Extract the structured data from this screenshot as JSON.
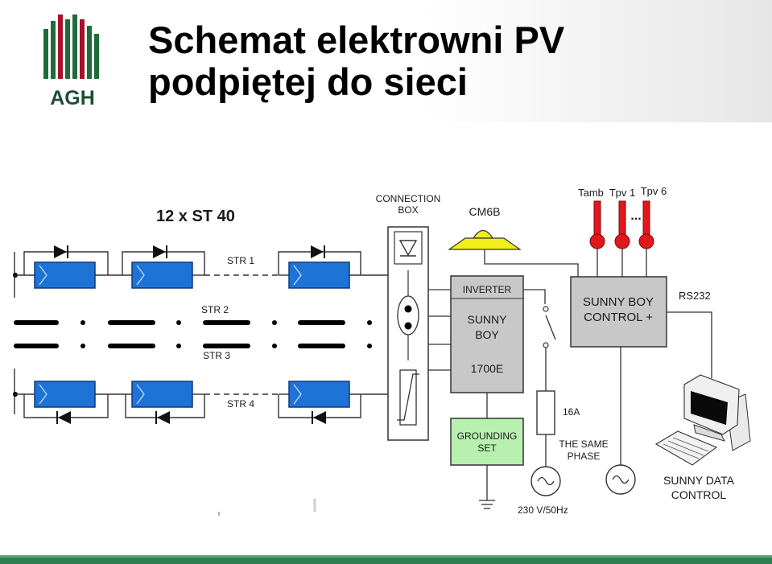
{
  "page": {
    "title_line1": "Schemat elektrowni PV",
    "title_line2": "podpiętej do sieci",
    "logo_text": "AGH",
    "colors": {
      "logo_green": "#1f6b3a",
      "logo_red": "#a7122a",
      "panel_blue": "#1e73d6",
      "box_gray": "#c8c8c8",
      "grounding_green": "#b8f0b0",
      "sensor_red": "#e0181c",
      "lamp_yellow": "#f2ee1c",
      "footer_green": "#2e7d4f"
    }
  },
  "diagram": {
    "array_label": "12 x ST 40",
    "strings": [
      "STR 1",
      "STR 2",
      "STR 3",
      "STR 4"
    ],
    "connection_box": [
      "CONNECTION",
      "BOX"
    ],
    "lamp_label": "CM6B",
    "inverter": [
      "INVERTER",
      "SUNNY",
      "BOY",
      "1700E"
    ],
    "control": [
      "SUNNY BOY",
      "CONTROL +"
    ],
    "sensors": [
      "Tamb",
      "Tpv 1",
      "Tpv 6"
    ],
    "sensor_dots": "...",
    "rs232": "RS232",
    "grounding": [
      "GROUNDING",
      "SET"
    ],
    "fuse": "16A",
    "phase": [
      "THE SAME",
      "PHASE"
    ],
    "supply": "230 V/50Hz",
    "pc": [
      "SUNNY DATA",
      "CONTROL"
    ]
  }
}
